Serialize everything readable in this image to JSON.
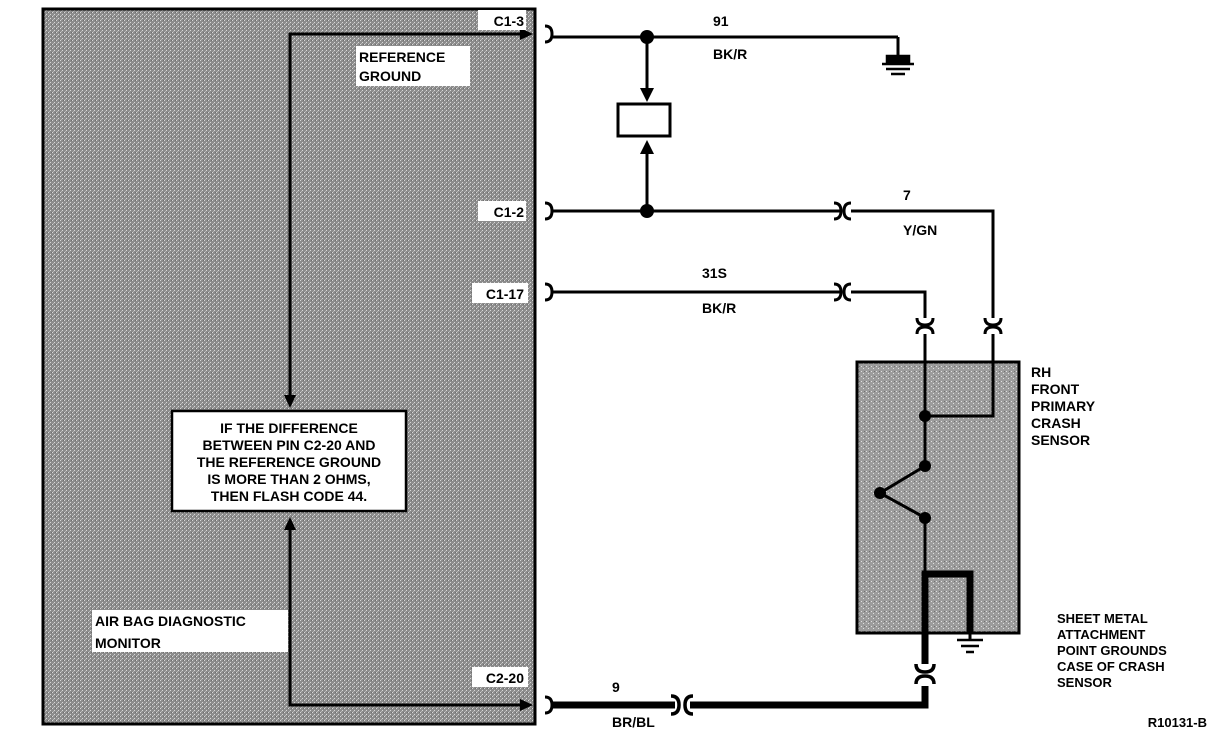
{
  "module": {
    "name_line1": "AIR BAG DIAGNOSTIC",
    "name_line2": "MONITOR",
    "reference_line1": "REFERENCE",
    "reference_line2": "GROUND",
    "note_lines": [
      "IF THE DIFFERENCE",
      "BETWEEN PIN C2-20 AND",
      "THE REFERENCE GROUND",
      "IS MORE THAN 2 OHMS,",
      "THEN FLASH CODE 44."
    ]
  },
  "pins": {
    "c1_3": "C1-3",
    "c1_2": "C1-2",
    "c1_17": "C1-17",
    "c2_20": "C2-20"
  },
  "wires": {
    "w91": {
      "circuit": "91",
      "color": "BK/R"
    },
    "w7": {
      "circuit": "7",
      "color": "Y/GN"
    },
    "w31s": {
      "circuit": "31S",
      "color": "BK/R"
    },
    "w9": {
      "circuit": "9",
      "color": "BR/BL"
    }
  },
  "sensor": {
    "lines": [
      "RH",
      "FRONT",
      "PRIMARY",
      "CRASH",
      "SENSOR"
    ]
  },
  "note_ground": {
    "lines": [
      "SHEET METAL",
      "ATTACHMENT",
      "POINT GROUNDS",
      "CASE OF CRASH",
      "SENSOR"
    ]
  },
  "figure_id": "R10131-B",
  "colors": {
    "ink": "#000000",
    "stipple": "#9a9a9a",
    "paper": "#ffffff"
  }
}
